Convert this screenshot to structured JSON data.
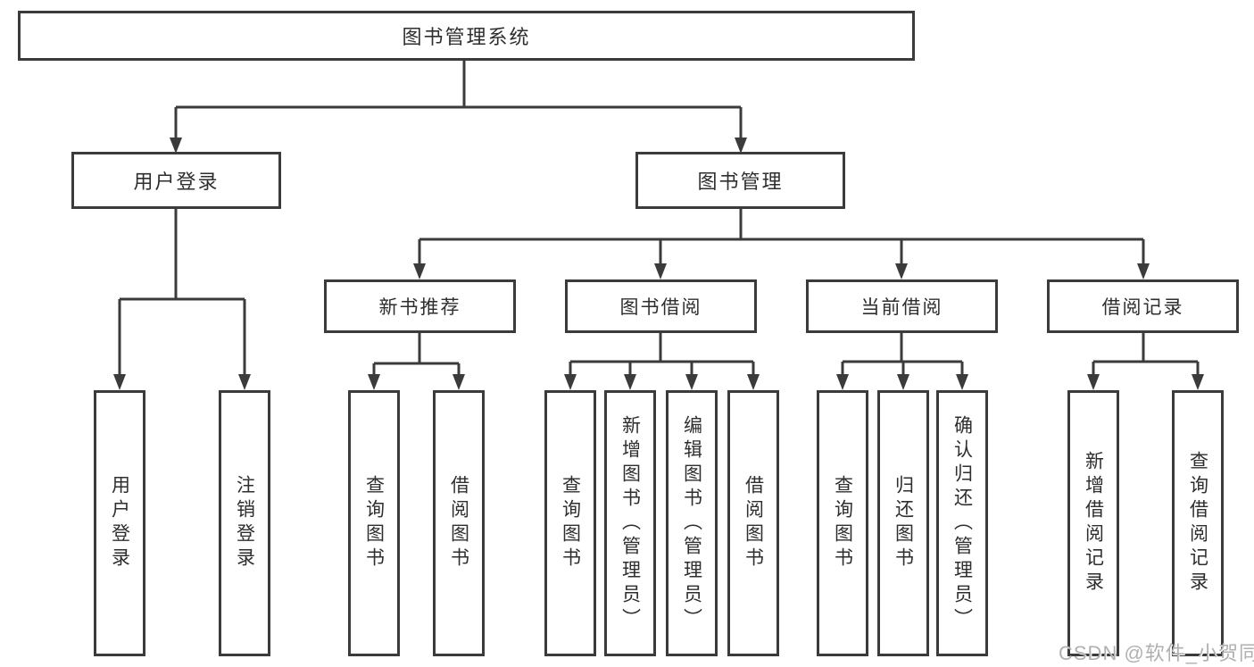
{
  "diagram": {
    "root": "图书管理系统",
    "level2": {
      "user_login": "用户登录",
      "book_mgmt": "图书管理"
    },
    "level3": {
      "new_books": "新书推荐",
      "book_borrow": "图书借阅",
      "current_borrow": "当前借阅",
      "borrow_records": "借阅记录"
    },
    "leaves": {
      "user_login": [
        "用户登录",
        "注销登录"
      ],
      "new_books": [
        "查询图书",
        "借阅图书"
      ],
      "book_borrow": [
        "查询图书",
        "新增图书（管理员）",
        "编辑图书（管理员）",
        "借阅图书"
      ],
      "current_borrow": [
        "查询图书",
        "归还图书",
        "确认归还（管理员）"
      ],
      "borrow_records": [
        "新增借阅记录",
        "查询借阅记录"
      ]
    }
  },
  "watermark": "CSDN @软件_小贺同学",
  "colors": {
    "line": "#3b3b3b",
    "background": "#ffffff",
    "text": "#2e2e2e",
    "watermark": "#b0b0b0"
  }
}
